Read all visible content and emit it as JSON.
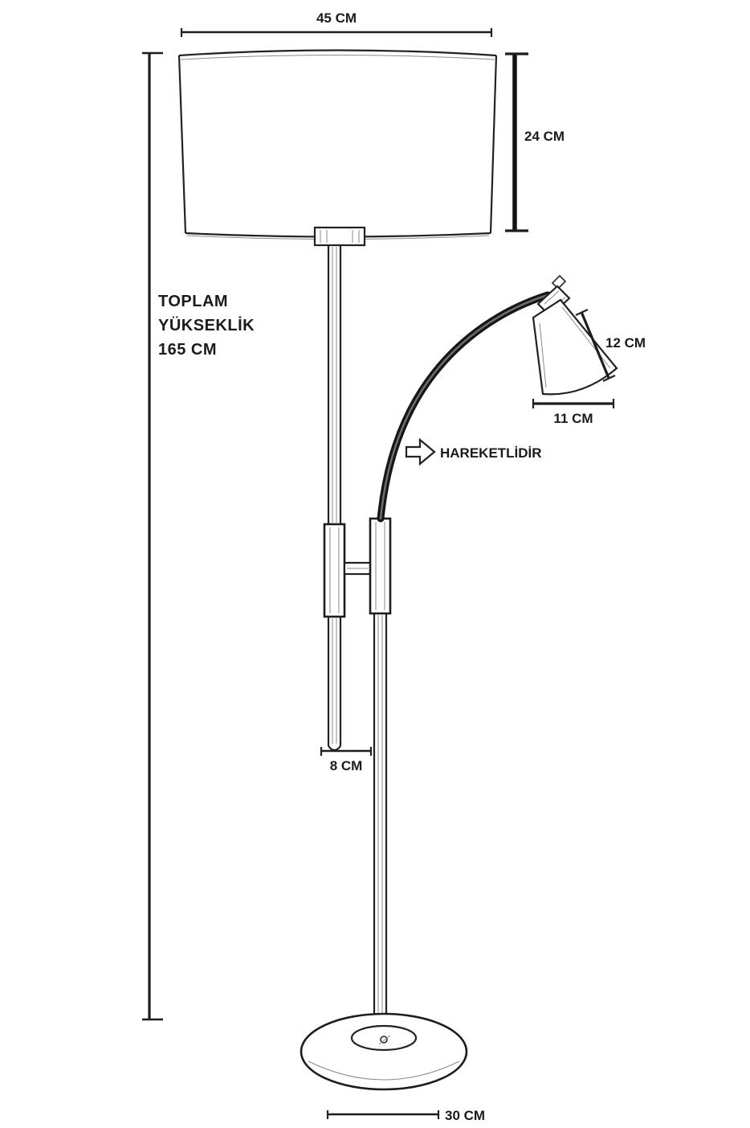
{
  "diagram": {
    "type": "technical-dimension-drawing",
    "subject": "floor lamp with drum shade and adjustable reading arm",
    "ink_color": "#1d1d1d",
    "background_color": "#ffffff",
    "dimensions": {
      "shade_width": "45 CM",
      "shade_height": "24 CM",
      "total_height_line1": "TOPLAM",
      "total_height_line2": "YÜKSEKLİK",
      "total_height_line3": "165 CM",
      "arm_shade_height": "12 CM",
      "arm_shade_width": "11 CM",
      "pole_segment": "8 CM",
      "base_width": "30 CM"
    },
    "notes": {
      "movable": "HAREKETLİDİR"
    }
  }
}
